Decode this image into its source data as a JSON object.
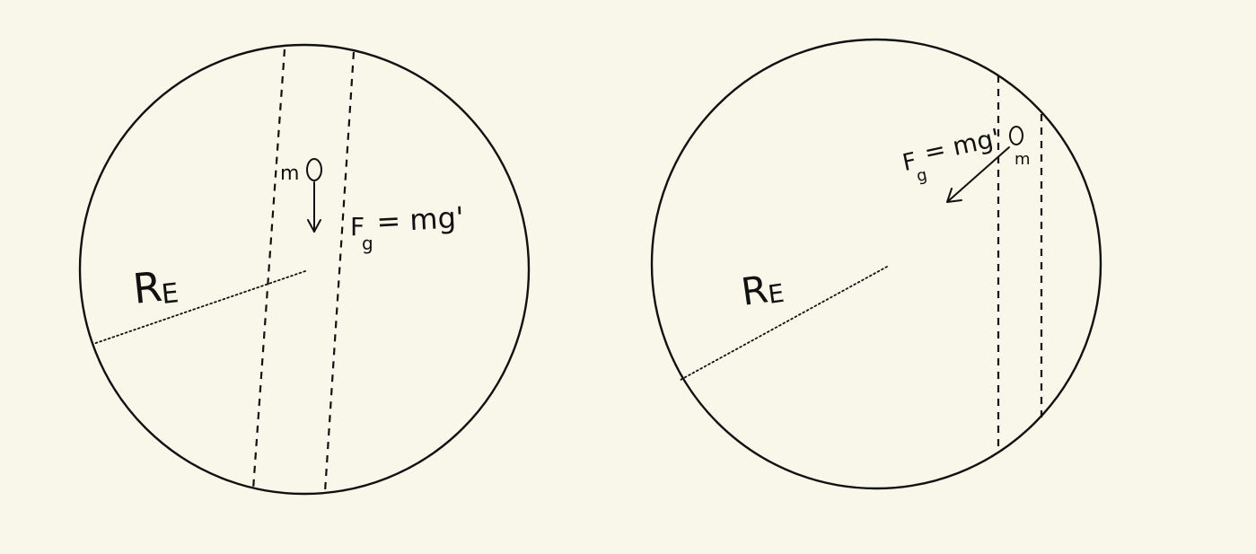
{
  "colors": {
    "background": "#f8f7ea",
    "ink": "#111111"
  },
  "diagrams": [
    {
      "radius_label_main": "R",
      "radius_label_sub": "E",
      "mass_label": "m",
      "force_label": "F",
      "force_sub": "g",
      "force_eq": "= mg'"
    },
    {
      "radius_label_main": "R",
      "radius_label_sub": "E",
      "mass_label": "m",
      "force_label": "F",
      "force_sub": "g",
      "force_eq": "= mg'"
    }
  ]
}
